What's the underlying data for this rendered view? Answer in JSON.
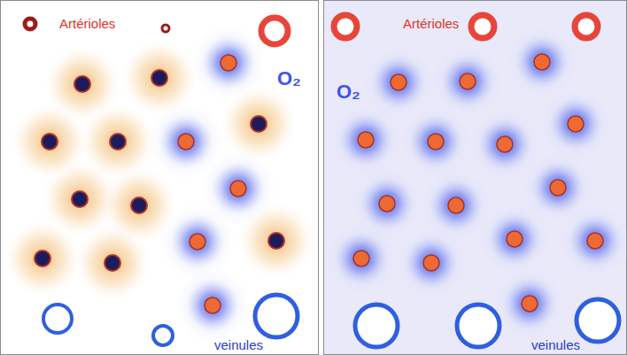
{
  "diagram": {
    "labels": [
      "Artérioles",
      "O₂",
      "veinules",
      "Artérioles",
      "O₂",
      "veinules"
    ]
  }
}
